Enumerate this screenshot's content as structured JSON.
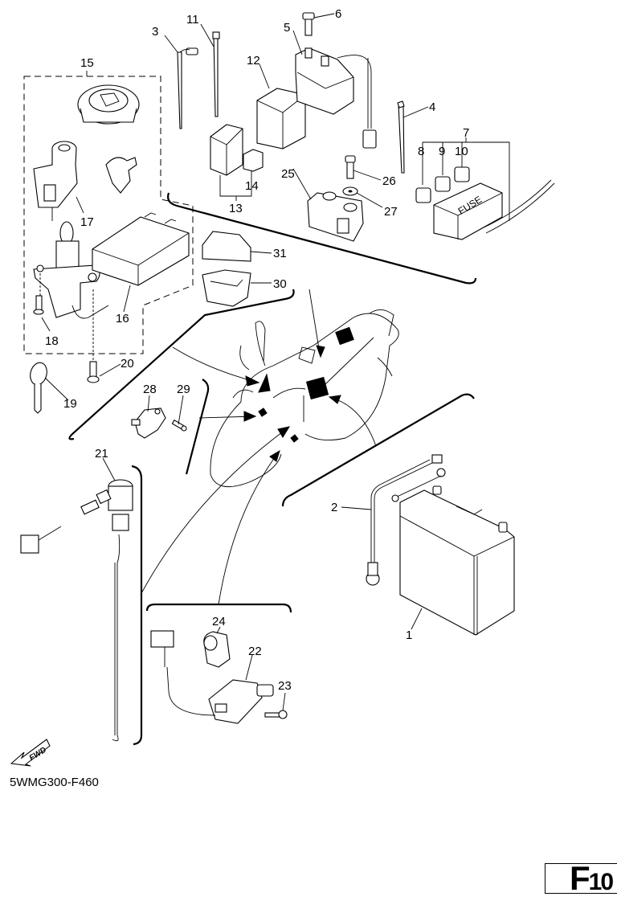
{
  "diagram": {
    "type": "exploded parts diagram",
    "subject": "Electrical components (battery, relays, fuse box, ECU, main switch, sensors)",
    "callouts": [
      "1",
      "2",
      "3",
      "4",
      "5",
      "6",
      "7",
      "8",
      "9",
      "10",
      "11",
      "12",
      "13",
      "14",
      "15",
      "16",
      "17",
      "18",
      "19",
      "20",
      "21",
      "22",
      "23",
      "24",
      "25",
      "26",
      "27",
      "28",
      "29",
      "30",
      "31"
    ],
    "fuse_label": "FUSE",
    "direction_label": "FWD"
  },
  "caption": "5WMG300-F460",
  "page": {
    "prefix": "F",
    "number": "10"
  }
}
